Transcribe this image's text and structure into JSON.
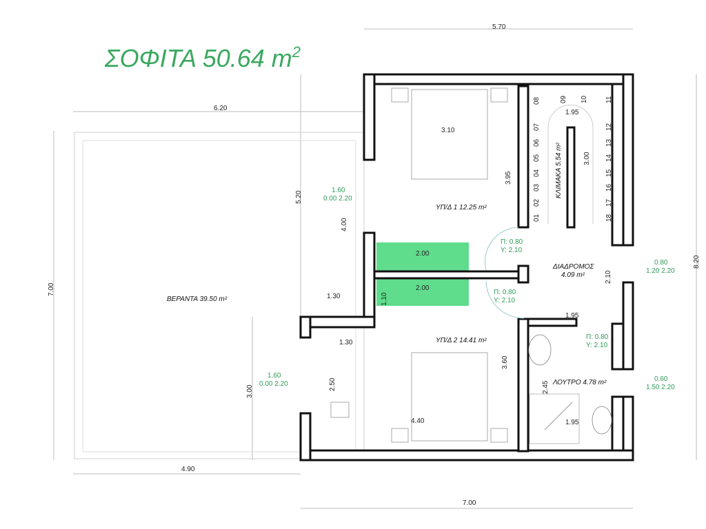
{
  "title": {
    "text": "ΣΟΦΙΤΑ 50.64 m",
    "sup": "2"
  },
  "colors": {
    "accent": "#3aa85f",
    "highlight": "#5fdc8c",
    "wall": "#111111"
  },
  "rooms": {
    "veranda": "ΒΕΡΑΝΤΑ  39.50 m²",
    "bedroom1": "ΥΠ/Δ 1 12.25 m²",
    "bedroom2": "ΥΠ/Δ 2 14.41 m²",
    "stairs": "ΚΛΙΜΑΚΑ 5.54 m²",
    "corridor_name": "ΔΙΑΔΡΟΜΟΣ",
    "corridor_area": "4.09 m²",
    "bathroom": "ΛΟΥΤΡΟ 4.78 m²"
  },
  "dimensions": {
    "top": "5.70",
    "veranda_top": "6.20",
    "left": "7.00",
    "right": "8.20",
    "bottom": "7.00",
    "veranda_bottom": "4.90",
    "d520": "5.20",
    "d400": "4.00",
    "d130a": "1.30",
    "d130b": "1.30",
    "d110": "1.10",
    "d250": "2.50",
    "d300": "3.00",
    "d310": "3.10",
    "d395": "3.95",
    "d360": "3.60",
    "d440": "4.40",
    "stair_w": "1.95",
    "stair_l": "3.00",
    "d210": "2.10",
    "d195a": "1.95",
    "d245": "2.45",
    "d195b": "1.95",
    "closet1": "2.00",
    "closet2": "2.00"
  },
  "openings": [
    {
      "a": "1.60",
      "b": "0.00  2.20"
    },
    {
      "a": "1.60",
      "b": "0.00  2.20"
    },
    {
      "a": "0.80",
      "b": "1.20  2.20"
    },
    {
      "a": "0.60",
      "b": "1.50  2.20"
    }
  ],
  "doors": [
    {
      "w": "Π: 0.80",
      "h": "Υ: 2.10"
    },
    {
      "w": "Π: 0.80",
      "h": "Υ: 2.10"
    },
    {
      "w": "Π: 0.80",
      "h": "Υ: 2.10"
    }
  ],
  "steps": [
    "01",
    "02",
    "03",
    "04",
    "05",
    "06",
    "07",
    "08",
    "09",
    "10",
    "11",
    "12",
    "13",
    "14",
    "15",
    "16",
    "17",
    "18"
  ]
}
